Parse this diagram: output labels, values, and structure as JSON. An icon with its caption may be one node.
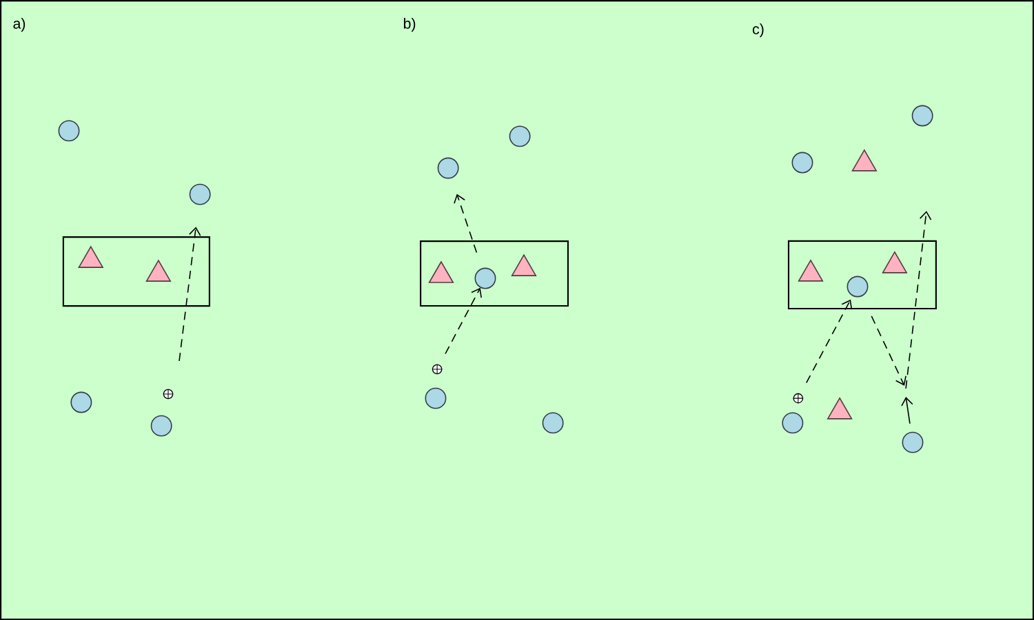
{
  "diagram": {
    "nodes": [
      {
        "text": [],
        "shape": "box"
      },
      {
        "text": [],
        "shape": "triangle",
        "in": 0
      },
      {
        "text": [],
        "shape": "triangle",
        "in": 0
      },
      {
        "text": [],
        "shape": "circle"
      },
      {
        "text": [],
        "shape": "circle"
      },
      {
        "text": [],
        "shape": "circle"
      },
      {
        "text": [],
        "shape": "ball"
      },
      {
        "text": [],
        "shape": "circle"
      },
      {
        "text": [],
        "shape": "box"
      },
      {
        "text": [],
        "shape": "triangle",
        "in": 8
      },
      {
        "text": [],
        "shape": "circle",
        "in": 8
      },
      {
        "text": [],
        "shape": "triangle",
        "in": 8
      },
      {
        "text": [],
        "shape": "circle"
      },
      {
        "text": [],
        "shape": "circle"
      },
      {
        "text": [],
        "shape": "ball"
      },
      {
        "text": [],
        "shape": "circle"
      },
      {
        "text": [],
        "shape": "circle"
      },
      {
        "text": [],
        "shape": "box"
      },
      {
        "text": [],
        "shape": "triangle",
        "in": 17
      },
      {
        "text": [],
        "shape": "circle",
        "in": 17
      },
      {
        "text": [],
        "shape": "triangle",
        "in": 17
      },
      {
        "text": [],
        "shape": "circle"
      },
      {
        "text": [],
        "shape": "circle"
      },
      {
        "text": [],
        "shape": "triangle"
      },
      {
        "text": [],
        "shape": "ball"
      },
      {
        "text": [],
        "shape": "triangle"
      },
      {
        "text": [],
        "shape": "circle"
      },
      {
        "text": [],
        "shape": "circle"
      }
    ],
    "edges": [
      {
        "from": null,
        "to": 4,
        "arrow": "to",
        "style": "dashed"
      },
      {
        "from": 14,
        "to": 10,
        "arrow": "to",
        "style": "dashed"
      },
      {
        "from": 10,
        "to": 13,
        "arrow": "to",
        "style": "dashed"
      },
      {
        "from": 24,
        "to": 19,
        "arrow": "to",
        "style": "dashed"
      },
      {
        "from": 19,
        "to": null,
        "arrow": "to",
        "style": "dashed"
      },
      {
        "from": 27,
        "to": null,
        "arrow": "to"
      }
    ],
    "labels": [
      "a)",
      "b)",
      "c)"
    ]
  }
}
